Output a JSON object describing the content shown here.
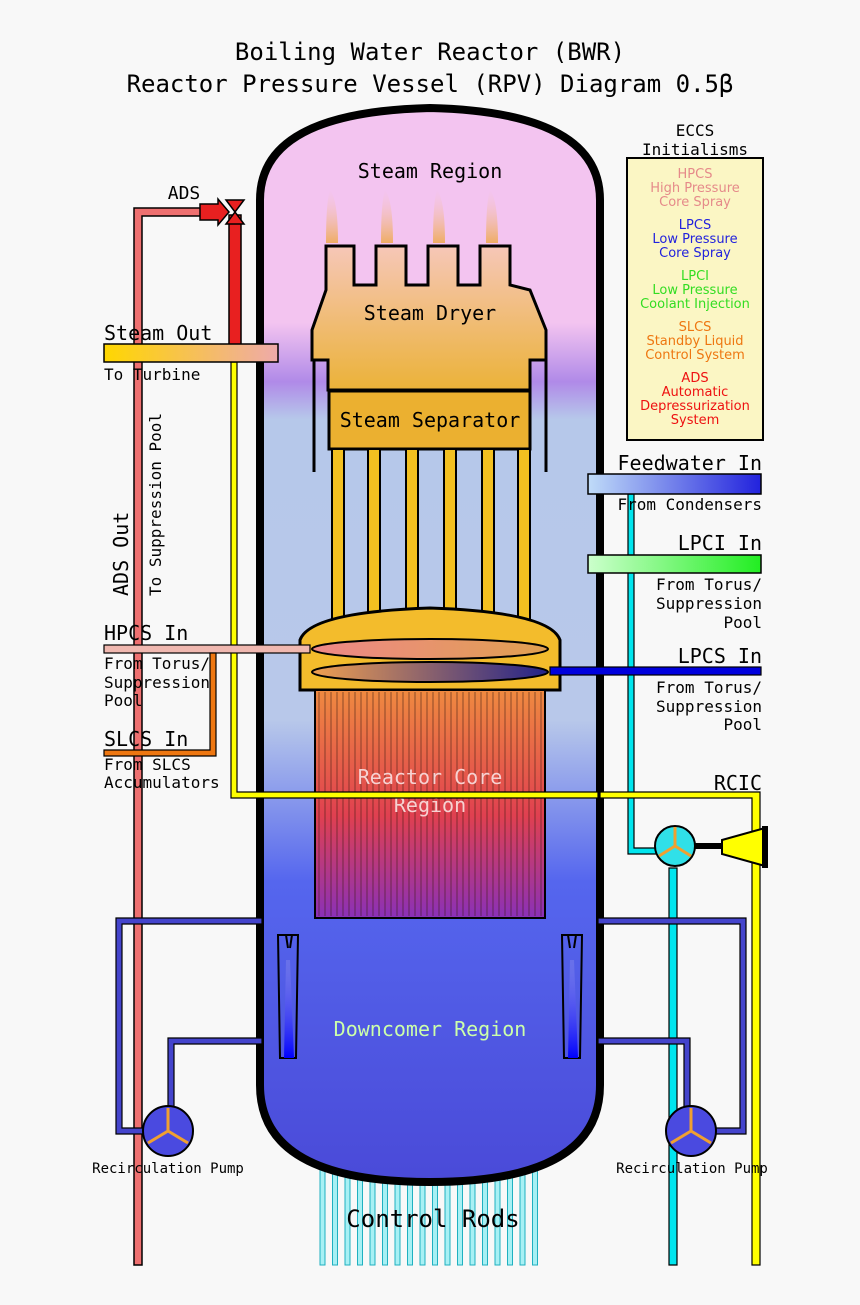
{
  "title": {
    "line1": "Boiling Water Reactor (BWR)",
    "line2": "Reactor Pressure Vessel (RPV) Diagram  0.5β"
  },
  "regions": {
    "steam_region": "Steam Region",
    "steam_dryer": "Steam Dryer",
    "steam_separator": "Steam Separator",
    "core_line1": "Reactor Core",
    "core_line2": "Region",
    "downcomer": "Downcomer Region",
    "control_rods": "Control Rods"
  },
  "left_labels": {
    "ads": "ADS",
    "steam_out": "Steam Out",
    "to_turbine": "To Turbine",
    "ads_out": "ADS Out",
    "to_suppression_pool": "To Suppression Pool",
    "hpcs_in": "HPCS In",
    "hpcs_from1": "From Torus/",
    "hpcs_from2": "Suppression",
    "hpcs_from3": "Pool",
    "slcs_in": "SLCS In",
    "slcs_from1": "From SLCS",
    "slcs_from2": "Accumulators",
    "recirc_left": "Recirculation Pump"
  },
  "right_labels": {
    "feedwater_in": "Feedwater In",
    "from_condensers": "From Condensers",
    "lpci_in": "LPCI In",
    "lpci_from1": "From Torus/",
    "lpci_from2": "Suppression",
    "lpci_from3": "Pool",
    "lpcs_in": "LPCS In",
    "lpcs_from1": "From Torus/",
    "lpcs_from2": "Suppression",
    "lpcs_from3": "Pool",
    "rcic": "RCIC",
    "recirc_right": "Recirculation Pump"
  },
  "eccs": {
    "header1": "ECCS",
    "header2": "Initialisms",
    "items": [
      {
        "abbr": "HPCS",
        "line1": "High Pressure",
        "line2": "Core Spray",
        "color": "#e58a8a"
      },
      {
        "abbr": "LPCS",
        "line1": "Low Pressure",
        "line2": "Core Spray",
        "color": "#2222dd"
      },
      {
        "abbr": "LPCI",
        "line1": "Low Pressure",
        "line2": "Coolant Injection",
        "color": "#33dd22"
      },
      {
        "abbr": "SLCS",
        "line1": "Standby Liquid",
        "line2": "Control System",
        "color": "#ee7711"
      },
      {
        "abbr": "ADS",
        "line1": "Automatic",
        "line2": "Depressurization",
        "line3": "System",
        "color": "#ee1111"
      }
    ]
  },
  "colors": {
    "ads_pipe": "#e82020",
    "ads_out_pipe": "#ee7070",
    "steam_pipe": "#ffff00",
    "feedwater_pipe": "#00e5ee",
    "recirc_pipe": "#4444cc",
    "vessel_outline": "#000000"
  }
}
